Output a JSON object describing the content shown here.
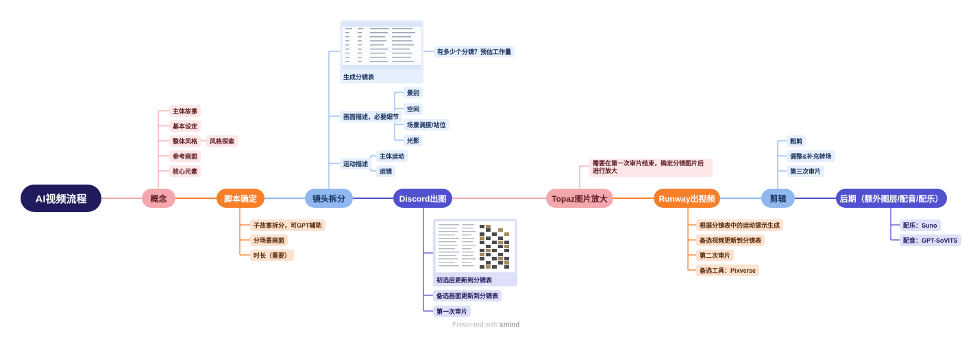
{
  "colors": {
    "root": "#1f1b5c",
    "pink": "#f4a8ae",
    "orange": "#f77f2a",
    "blue": "#8fb8f0",
    "indigo": "#5151cf",
    "pink_leaf": "#fde6e7",
    "orange_leaf": "#fde3cf",
    "blue_leaf": "#e6effc",
    "indigo_leaf": "#dedff8"
  },
  "root": {
    "label": "AI视频流程"
  },
  "main": {
    "concept": "概念",
    "script": "脚本确定",
    "shots": "镜头拆分",
    "discord": "Discord出图",
    "topaz": "Topaz图片放大",
    "runway": "Runway出视频",
    "edit": "剪辑",
    "post": "后期（额外图层/配音/配乐）"
  },
  "concept_items": [
    "主体故事",
    "基本设定",
    "整体风格",
    "参考画面",
    "核心元素"
  ],
  "style_explore": "风格探索",
  "script_items": [
    "子故事拆分，可GPT辅助",
    "分场景画面",
    "时长（重要）"
  ],
  "shots_branch": {
    "storyboard": "生成分镜表",
    "storyboard_note": "有多少个分镜？预估工作量",
    "picture_desc": "画面描述，必要细节",
    "picture_items": [
      "景别",
      "空间",
      "场景调度/站位",
      "光影"
    ],
    "motion_desc": "运动描述",
    "motion_items": [
      "主体运动",
      "运镜"
    ]
  },
  "discord_items": [
    "初选后更新到分镜表",
    "备选画面更新到分镜表",
    "第一次审片"
  ],
  "topaz_note": "需要在第一次审片结束，确定分镜图片后进行放大",
  "runway_items": [
    "根据分镜表中的运动提示生成",
    "备选视频更新到分镜表",
    "第二次审片",
    "备选工具：Pixverse"
  ],
  "edit_items": [
    "粗剪",
    "调整&补充转场",
    "第三次审片"
  ],
  "post_items": [
    "配乐：Suno",
    "配音：GPT-SoVITS"
  ],
  "footer": {
    "prefix": "Presented with",
    "brand": "xmind"
  }
}
